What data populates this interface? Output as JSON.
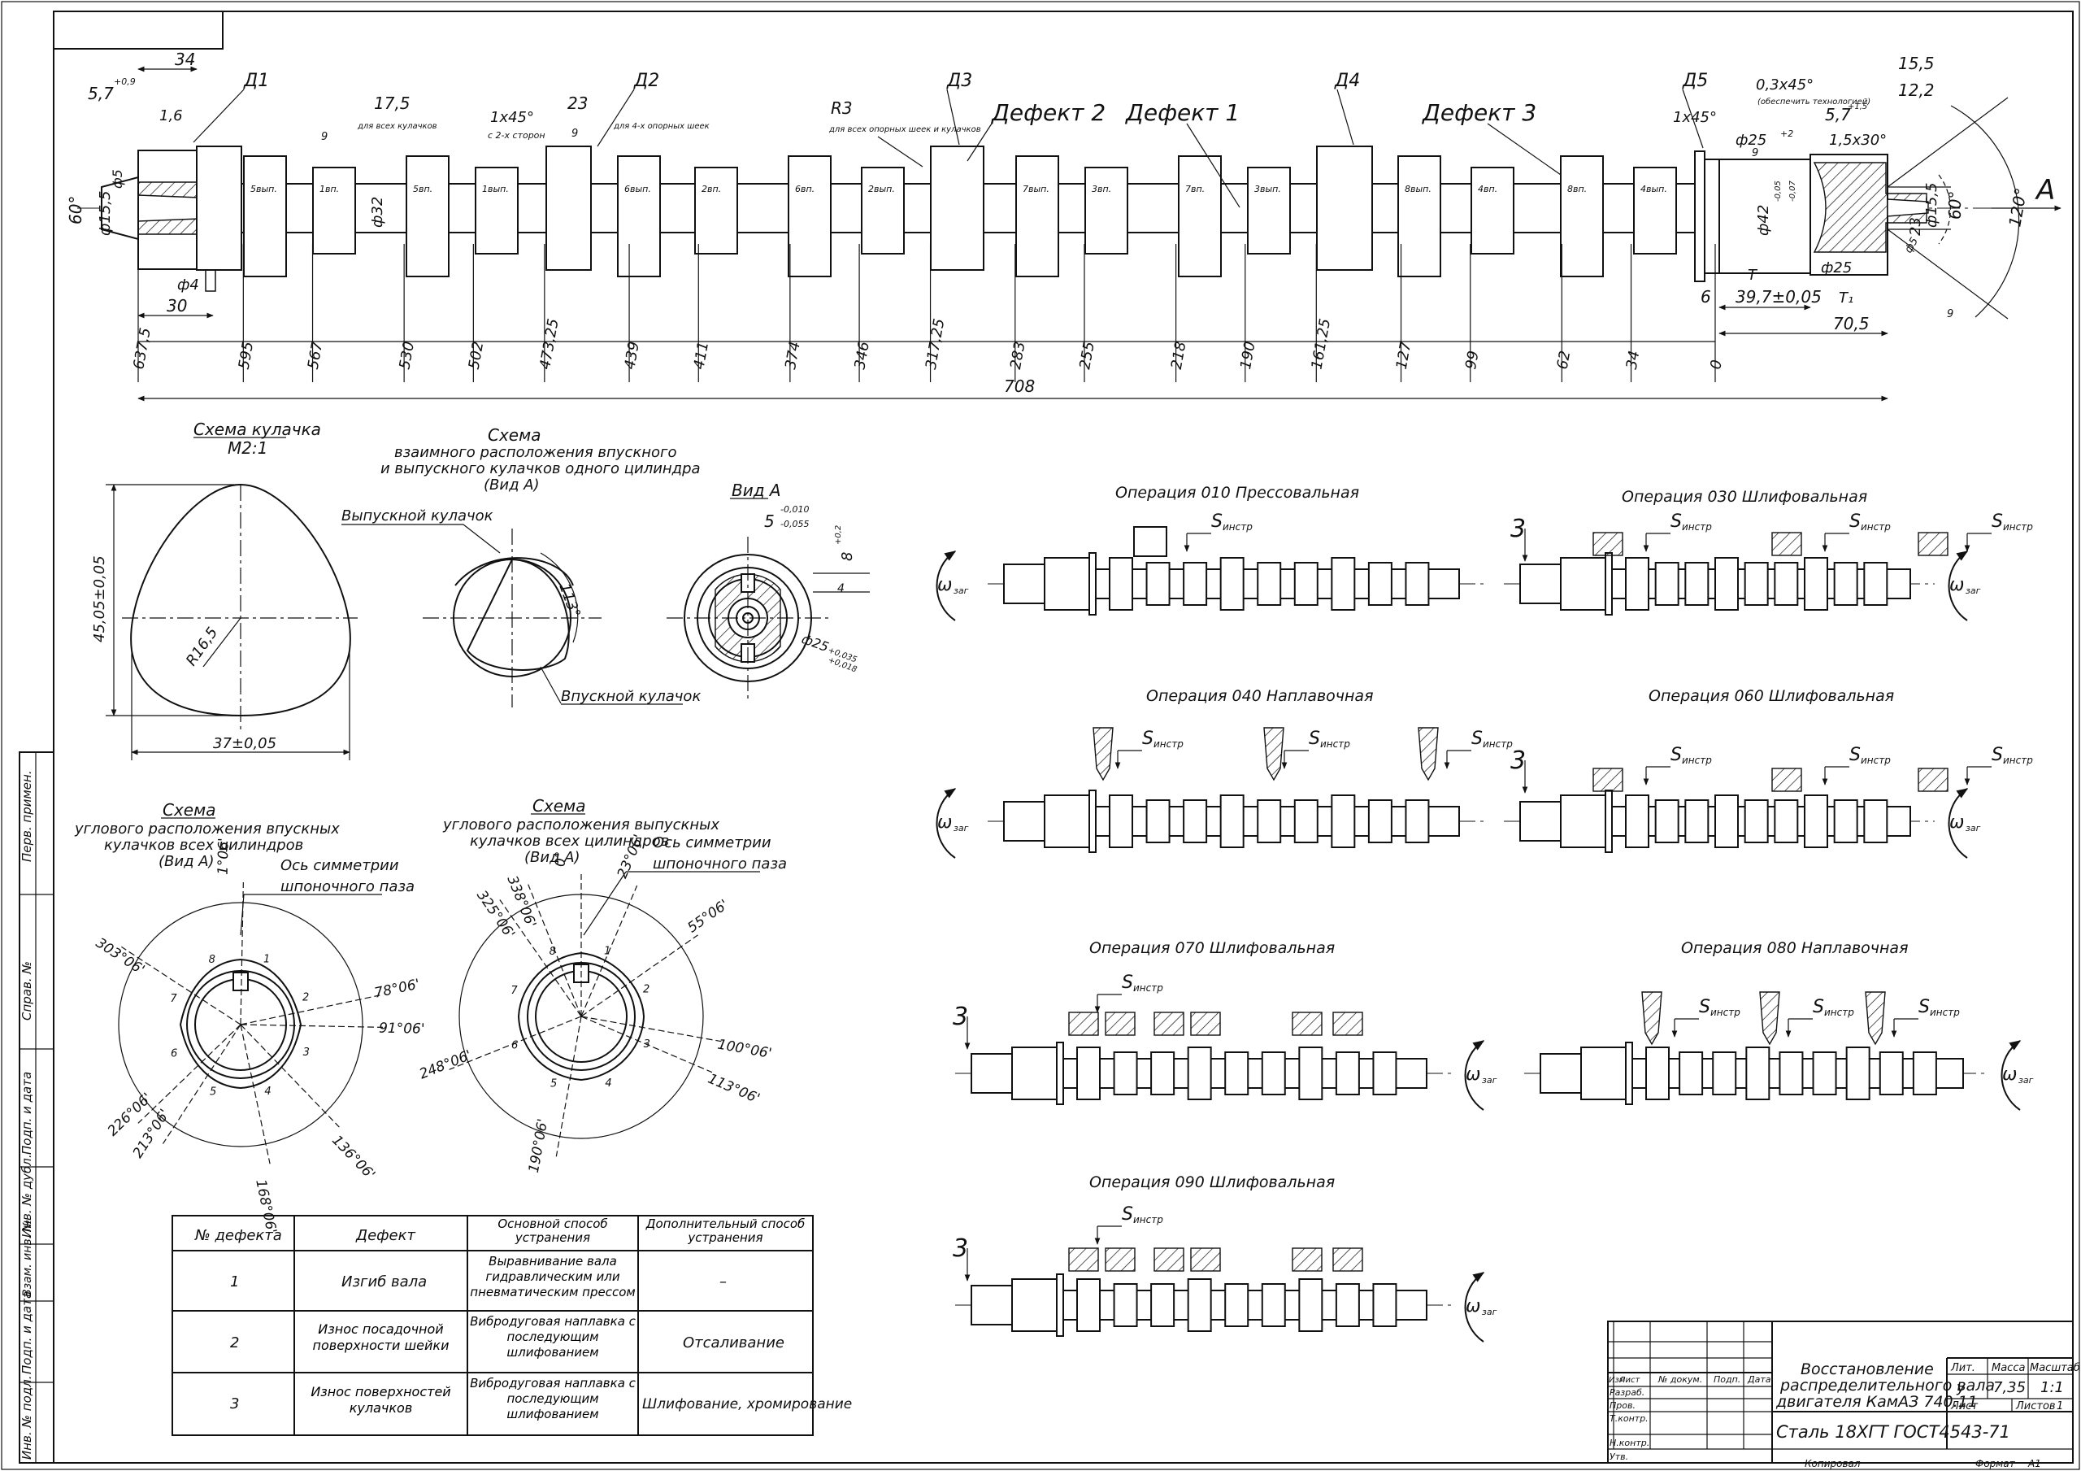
{
  "shaft": {
    "labels": {
      "d1": "Д1",
      "d2": "Д2",
      "d3": "Д3",
      "d4": "Д4",
      "d5": "Д5",
      "defect1": "Дефект 1",
      "defect2": "Дефект 2",
      "defect3": "Дефект 3",
      "r3": "R3",
      "a": "А"
    },
    "notes": {
      "all_cams": "для всех кулачков",
      "four_journals": "для 4-х опорных шеек",
      "all_journals_cams": "для всех опорных шеек и кулачков",
      "both_sides": "с 2-х сторон",
      "ensure_tech": "(обеспечить технологией)"
    },
    "dims": {
      "d34": "34",
      "d57": "5,7",
      "tol09": "+0,9",
      "d16": "1,6",
      "d175": "17,5",
      "ch1": "1х45°",
      "d23": "23",
      "r9a": "9",
      "r9b": "9",
      "r9c": "9",
      "r9d": "9",
      "ch2": "1х45°",
      "ch3": "0,3х45°",
      "d155": "15,5",
      "d122": "12,2",
      "d57b": "5,7",
      "tol15": "+1,5",
      "c15x30": "1,5х30°",
      "phi25a": "ф25",
      "tol2": "+2",
      "phi42": "ф42",
      "tol42a": "-0,05",
      "tol42b": "-0,07",
      "d60": "60°",
      "phi155": "ф15,5",
      "phi5": "ф5",
      "phi4": "ф4",
      "d30": "30",
      "phi32": "ф32",
      "d6": "6",
      "d397": "39,7±0,05",
      "d705": "70,5",
      "t": "Т",
      "t1": "Т₁",
      "phi25b": "ф25",
      "phi155b": "ф15,5",
      "d60b": "60°",
      "d120": "120°",
      "d23b": "23",
      "phi5b": "ф5",
      "d708": "708"
    },
    "cams": [
      "5вып.",
      "1вп.",
      "5вп.",
      "1вып.",
      "6вып.",
      "2вп.",
      "6вп.",
      "2вып.",
      "7вып.",
      "3вп.",
      "7вп.",
      "3вып.",
      "8вып.",
      "4вп.",
      "8вп.",
      "4вып."
    ],
    "ticks": [
      "637,5",
      "595",
      "567",
      "530",
      "502",
      "473,25",
      "439",
      "411",
      "374",
      "346",
      "317,25",
      "283",
      "255",
      "218",
      "190",
      "161,25",
      "127",
      "99",
      "62",
      "34",
      "0"
    ]
  },
  "cam_profile": {
    "title": "Схема кулачка",
    "scale": "М2:1",
    "height": "45,05±0,05",
    "width": "37±0,05",
    "radius": "R16,5"
  },
  "relative": {
    "title1": "Схема",
    "title2": "взаимного расположения впускного",
    "title3": "и выпускного кулачков одного цилиндра",
    "title4": "(Вид А)",
    "exhaust": "Выпускной кулачок",
    "intake": "Впускной кулачок",
    "angle": "113°"
  },
  "view_a": {
    "title": "Вид А",
    "dim": "5",
    "tol_a": "-0,010",
    "tol_b": "-0,055",
    "dim8": "8",
    "tol8": "+0,2",
    "d4": "4",
    "phi25": "ф25",
    "tol25a": "+0,035",
    "tol25b": "+0,018"
  },
  "intake_scheme": {
    "title1": "Схема",
    "title2": "углового расположения впускных",
    "title3": "кулачков всех цилиндров",
    "title4": "(Вид А)",
    "axis1": "Ось симметрии",
    "axis2": "шпоночного паза",
    "angles": [
      "1°06'",
      "78°06'",
      "91°06'",
      "136°06'",
      "168°06'",
      "213°06'",
      "226°06'",
      "303°06'"
    ],
    "nums": [
      "1",
      "2",
      "3",
      "4",
      "5",
      "6",
      "7",
      "8"
    ]
  },
  "exhaust_scheme": {
    "title1": "Схема",
    "title2": "углового расположения выпускных",
    "title3": "кулачков всех цилиндров",
    "title4": "(Вид А)",
    "axis1": "Ось симметрии",
    "axis2": "шпоночного паза",
    "angles": [
      "0°",
      "23°06'",
      "55°06'",
      "100°06'",
      "113°06'",
      "190°06'",
      "248°06'",
      "325°06'",
      "338°06'"
    ],
    "nums": [
      "1",
      "2",
      "3",
      "4",
      "5",
      "6",
      "7",
      "8"
    ]
  },
  "operations": [
    {
      "title": "Операция 010 Прессовальная"
    },
    {
      "title": "Операция 030 Шлифовальная"
    },
    {
      "title": "Операция 040 Наплавочная"
    },
    {
      "title": "Операция 060 Шлифовальная"
    },
    {
      "title": "Операция 070 Шлифовальная"
    },
    {
      "title": "Операция 080 Наплавочная"
    },
    {
      "title": "Операция 090 Шлифовальная"
    }
  ],
  "op_labels": {
    "s": "S",
    "sub": "инстр",
    "omega": "ω",
    "omega_sub": "заг",
    "three": "3"
  },
  "defects_table": {
    "headers": [
      "№ дефекта",
      "Дефект",
      "Основной способ устранения",
      "Дополнительный способ устранения"
    ],
    "rows": [
      [
        "1",
        "Изгиб вала",
        "Выравнивание вала гидравлическим или пневматическим прессом",
        "–"
      ],
      [
        "2",
        "Износ посадочной поверхности шейки",
        "Вибродуговая наплавка с последующим шлифованием",
        "Отсаливание"
      ],
      [
        "3",
        "Износ поверхностей кулачков",
        "Вибродуговая наплавка с последующим шлифованием",
        "Шлифование, хромирование"
      ]
    ]
  },
  "title_block": {
    "name1": "Восстановление",
    "name2": "распределительного вала",
    "name3": "двигателя КамАЗ 740.11",
    "material": "Сталь 18ХГТ ГОСТ4543-71",
    "lit": "Лит.",
    "mass": "Масса",
    "scale": "Масштаб",
    "lit_val": "у",
    "mass_val": "7,35",
    "scale_val": "1:1",
    "sheet": "Лист",
    "sheets": "Листов",
    "sheets_val": "1",
    "roles": [
      "Изм.",
      "Лист",
      "№ докум.",
      "Подп.",
      "Дата",
      "Разраб.",
      "Пров.",
      "Т.контр.",
      "Н.контр.",
      "Утв."
    ],
    "copied": "Копировал",
    "format": "Формат",
    "format_val": "А1"
  },
  "side_stamps": [
    "Перв. примен.",
    "Справ. №",
    "Подп. и дата",
    "Инв. № дубл.",
    "Взам. инв. №",
    "Подп. и дата",
    "Инв. № подл."
  ]
}
